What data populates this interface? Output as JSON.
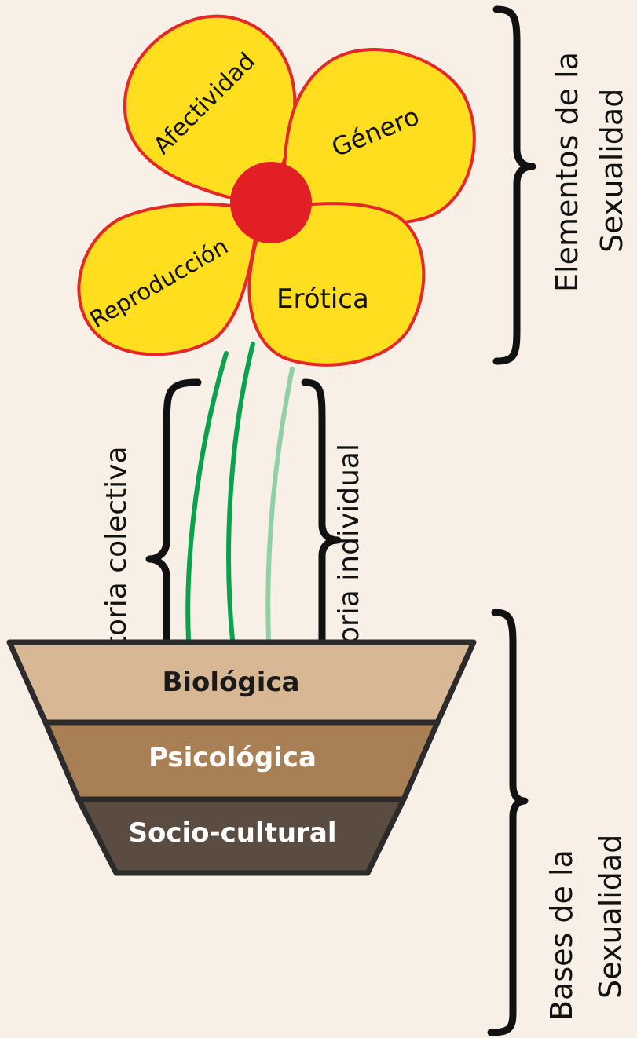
{
  "petals": {
    "afectividad": "Afectividad",
    "genero": "Género",
    "reproduccion": "Reproducción",
    "erotica": "Erótica"
  },
  "stem_labels": {
    "historia_colectiva": "Historia colectiva",
    "historia_individual": "Historia individual"
  },
  "pot_layers": {
    "biologica": "Biológica",
    "psicologica": "Psicológica",
    "sociocultural": "Socio-cultural"
  },
  "side_labels": {
    "elementos_line1": "Elementos de la",
    "elementos_line2": "Sexualidad",
    "bases_line1": "Bases de la",
    "bases_line2": "Sexualidad"
  },
  "colors": {
    "background": "#f8f0e6",
    "petal_fill": "#ffdd1f",
    "petal_stroke": "#e52727",
    "center": "#e31f26",
    "stem_dark": "#0aa24d",
    "stem_light": "#8fd0a5",
    "pot_top": "#d8b894",
    "pot_mid": "#a98055",
    "pot_bottom": "#5b4c42"
  }
}
